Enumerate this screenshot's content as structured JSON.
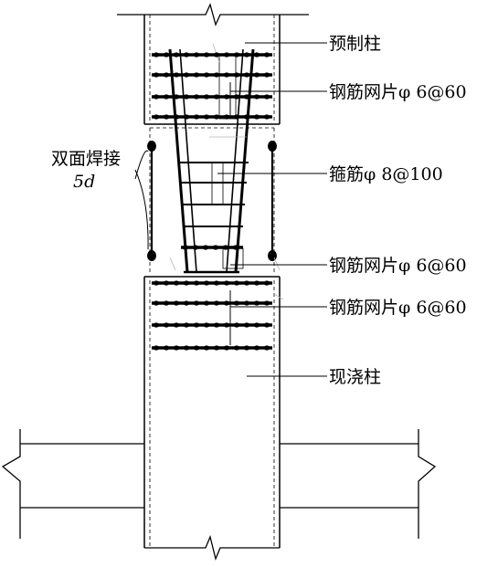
{
  "labels": {
    "precast_column": "预制柱",
    "mesh_upper": "钢筋网片φ 6@60",
    "weld_line1": "双面焊接",
    "weld_line2": "5d",
    "stirrup": "箍筋φ 8@100",
    "mesh_mid": "钢筋网片φ 6@60",
    "mesh_lower": "钢筋网片φ 6@60",
    "cast_column": "现浇柱"
  }
}
